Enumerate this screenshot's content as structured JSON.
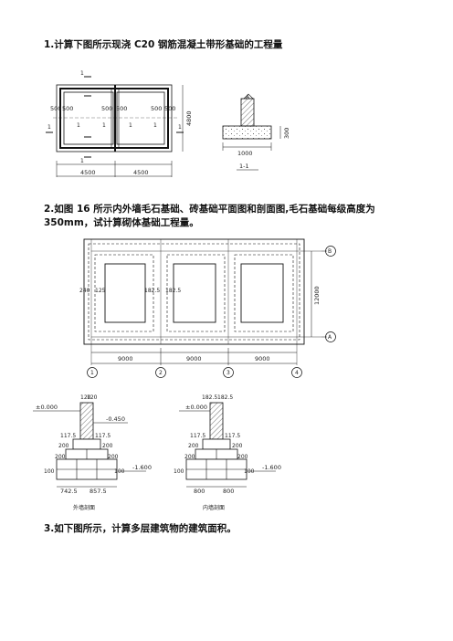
{
  "questions": {
    "q1": "1.计算下图所示现浇 C20 钢筋混凝土带形基础的工程量",
    "q2_line1": "2.如图 16 所示内外墙毛石基础、砖基础平面图和剖面图,毛石基础每级高度为",
    "q2_line2": "350mm，试计算砌体基础工程量。",
    "q3": "3.如下图所示，计算多层建筑物的建筑面积。"
  },
  "fig1": {
    "dims_top": [
      "500",
      "500",
      "500",
      "500",
      "500",
      "500"
    ],
    "dims_bottom": [
      "4500",
      "4500"
    ],
    "dim_right": "4800",
    "section_ids": [
      "1",
      "1",
      "1",
      "1",
      "1",
      "1"
    ],
    "section_marks": [
      "1",
      "1"
    ],
    "section": {
      "mark": "A",
      "width": "1000",
      "height": "300",
      "title": "1-1"
    }
  },
  "fig2": {
    "dims_bottom": [
      "9000",
      "9000",
      "9000"
    ],
    "dim_right": "12000",
    "dims_inner": [
      "240",
      "125",
      "182.5",
      "182.5"
    ],
    "axis_numbers": [
      "1",
      "2",
      "3",
      "4"
    ],
    "axis_letters": [
      "B",
      "A"
    ]
  },
  "fig3": {
    "left": {
      "top": [
        "120",
        "120"
      ],
      "level_top": "±0.000",
      "level_ground": "-0.450",
      "steps_left": [
        "117.5",
        "200",
        "200",
        "100"
      ],
      "steps_right": [
        "117.5",
        "200",
        "200",
        "100"
      ],
      "level_bottom": "-1.600",
      "base": [
        "742.5",
        "857.5"
      ],
      "caption": "外墙剖面"
    },
    "right": {
      "top": [
        "182.5",
        "182.5"
      ],
      "level_top": "±0.000",
      "steps_left": [
        "117.5",
        "200",
        "200",
        "100"
      ],
      "steps_right": [
        "117.5",
        "200",
        "200",
        "100"
      ],
      "level_bottom": "-1.600",
      "base": [
        "800",
        "800"
      ],
      "caption": "内墙剖面"
    }
  }
}
